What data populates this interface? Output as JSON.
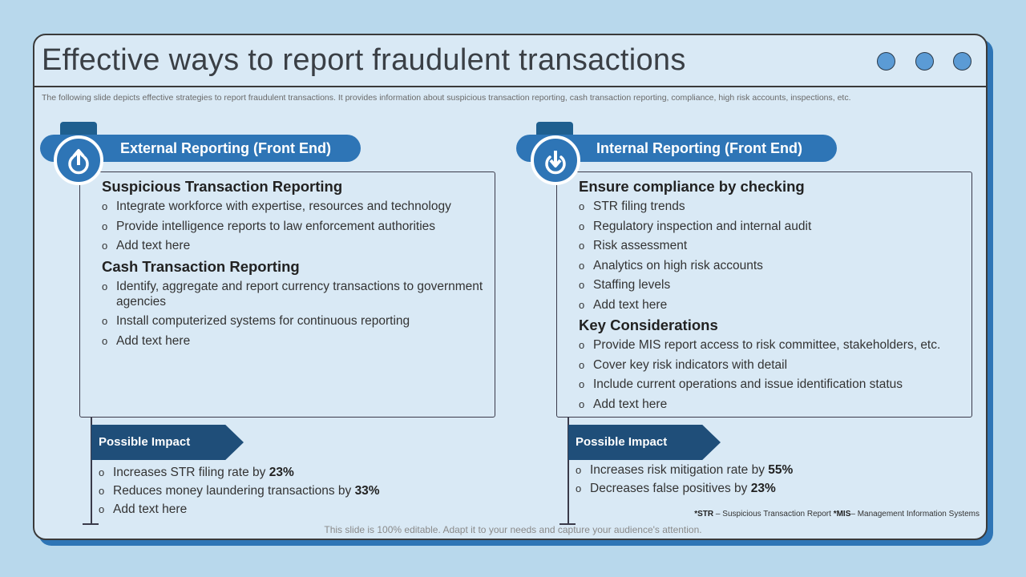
{
  "title": "Effective ways to report fraudulent transactions",
  "subtitle": "The following slide depicts effective strategies to report fraudulent transactions. It provides information about suspicious transaction reporting, cash transaction reporting, compliance, high risk accounts, inspections, etc.",
  "left": {
    "header": "External Reporting (Front End)",
    "icon": "upload-arrow-icon",
    "sections": [
      {
        "heading": "Suspicious Transaction Reporting",
        "items": [
          "Integrate workforce with expertise, resources and technology",
          "Provide intelligence reports to law enforcement authorities",
          "Add text here"
        ]
      },
      {
        "heading": "Cash Transaction Reporting",
        "items": [
          "Identify, aggregate and report currency transactions to government agencies",
          "Install computerized systems for continuous reporting",
          "Add text here"
        ]
      }
    ],
    "impact": {
      "label": "Possible Impact",
      "items": [
        {
          "text": "Increases STR filing rate by ",
          "bold": "23%"
        },
        {
          "text": "Reduces money laundering transactions by ",
          "bold": "33%"
        },
        {
          "text": "Add text here",
          "bold": ""
        }
      ]
    }
  },
  "right": {
    "header": "Internal Reporting (Front End)",
    "icon": "download-arrow-icon",
    "sections": [
      {
        "heading": "Ensure compliance by checking",
        "items": [
          "STR filing trends",
          "Regulatory inspection and internal audit",
          "Risk assessment",
          "Analytics on high risk accounts",
          "Staffing levels",
          "Add text here"
        ]
      },
      {
        "heading": "Key Considerations",
        "items": [
          "Provide MIS report access to risk committee, stakeholders, etc.",
          "Cover key risk indicators with detail",
          "Include current operations and issue identification status",
          "Add text here"
        ]
      }
    ],
    "impact": {
      "label": "Possible Impact",
      "items": [
        {
          "text": "Increases risk mitigation rate by ",
          "bold": "55%"
        },
        {
          "text": "Decreases false positives by ",
          "bold": "23%"
        }
      ]
    }
  },
  "footnote": {
    "a_bold": "*STR",
    "a": " – Suspicious Transaction Report ",
    "b_bold": "*MIS",
    "b": "– Management Information Systems"
  },
  "editable": "This slide is 100% editable. Adapt it to your needs and capture your audience's attention."
}
